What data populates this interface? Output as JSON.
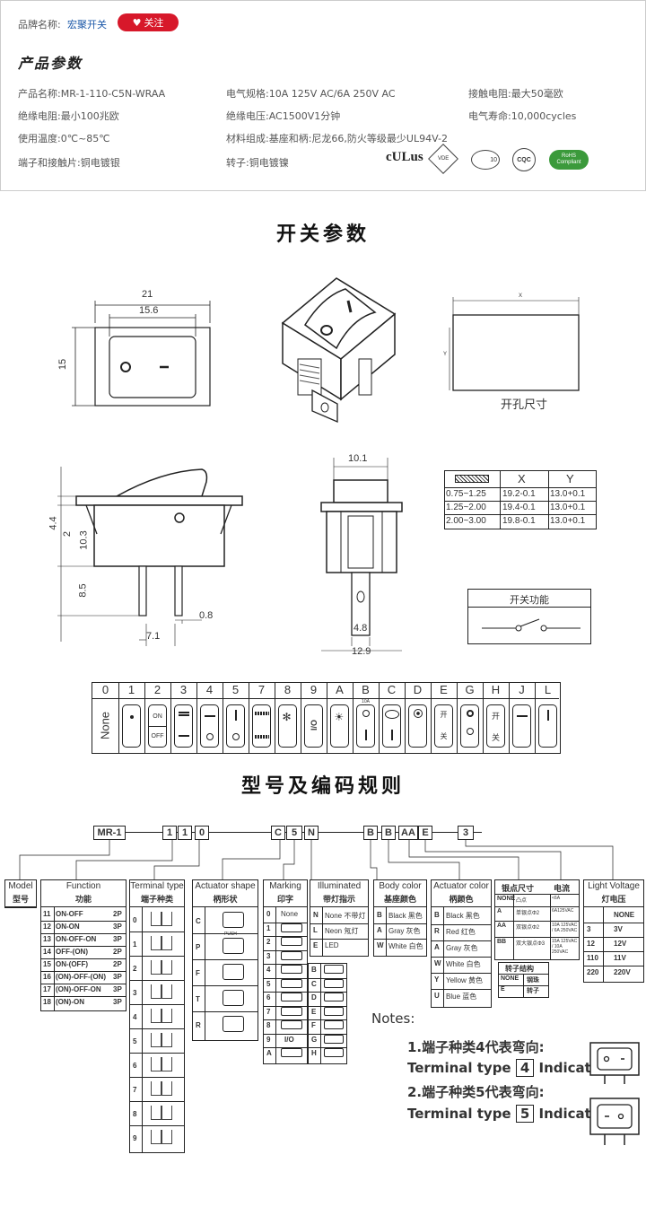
{
  "brand": {
    "label": "品牌名称:",
    "name": "宏聚开关",
    "follow": "关注"
  },
  "params": {
    "title": "产品参数",
    "items": [
      {
        "label": "产品名称:",
        "value": "MR-1-110-C5N-WRAA"
      },
      {
        "label": "电气规格:",
        "value": "10A 125V AC/6A 250V AC"
      },
      {
        "label": "接触电阻:",
        "value": "最大50毫欧"
      },
      {
        "label": "绝缘电阻:",
        "value": "最小100兆欧"
      },
      {
        "label": "绝缘电压:",
        "value": "AC1500V1分钟"
      },
      {
        "label": "电气寿命:",
        "value": "10,000cycles"
      },
      {
        "label": "使用温度:",
        "value": "0℃~85℃"
      },
      {
        "label": "材料组成:",
        "value": "基座和柄:尼龙66,防火等级最少UL94V-2"
      },
      {
        "label": "端子和接触片:",
        "value": "铜电镀银"
      },
      {
        "label": "转子:",
        "value": "铜电镀镍"
      }
    ],
    "certs": [
      "cULus",
      "VDE",
      "10",
      "CQC",
      "RoHS Compliant"
    ]
  },
  "switch_section": {
    "title": "开关参数",
    "dim_top": {
      "w1": "21",
      "w2": "15.6",
      "h": "15"
    },
    "cutout": {
      "label": "开孔尺寸",
      "x": "X",
      "y": "Y"
    },
    "dim_side": {
      "d1": "4.4",
      "d2": "2",
      "d3": "10.3",
      "d4": "8.5",
      "d5": "0.8",
      "d6": "7.1"
    },
    "dim_front": {
      "w1": "10.1",
      "w2": "4.8",
      "w3": "12.9"
    },
    "cut_table": {
      "headers": [
        "X",
        "Y"
      ],
      "rows": [
        [
          "0.75~1.25",
          "19.2-0.1",
          "13.0+0.1"
        ],
        [
          "1.25~2.00",
          "19.4-0.1",
          "13.0+0.1"
        ],
        [
          "2.00~3.00",
          "19.8-0.1",
          "13.0+0.1"
        ]
      ]
    },
    "function_label": "开关功能",
    "marking_codes": [
      "0",
      "1",
      "2",
      "3",
      "4",
      "5",
      "7",
      "8",
      "9",
      "A",
      "B",
      "C",
      "D",
      "E",
      "G",
      "H",
      "J",
      "L"
    ],
    "marking_none": "None",
    "marking_onoff": [
      "ON",
      "OFF"
    ],
    "marking_io": "I/O",
    "marking_kai": "开",
    "marking_guan": "关",
    "marking_10a": "10A"
  },
  "model_section": {
    "title": "型号及编码规则",
    "code": {
      "prefix": "MR-1",
      "function_digits": [
        "1",
        "1",
        "0"
      ],
      "shape_marking": [
        "C",
        "5",
        "N"
      ],
      "color_digits": [
        "B",
        "B",
        "AA",
        "E"
      ],
      "voltage_digit": "3"
    },
    "model": {
      "title_en": "Model",
      "title_cn": "型号"
    },
    "function": {
      "title_en": "Function",
      "title_cn": "功能",
      "rows": [
        [
          "11",
          "ON-OFF",
          "2P"
        ],
        [
          "12",
          "ON-ON",
          "3P"
        ],
        [
          "13",
          "ON-OFF-ON",
          "3P"
        ],
        [
          "14",
          "OFF-(ON)",
          "2P"
        ],
        [
          "15",
          "ON-(OFF)",
          "2P"
        ],
        [
          "16",
          "(ON)-OFF-(ON)",
          "3P"
        ],
        [
          "17",
          "(ON)-OFF-ON",
          "3P"
        ],
        [
          "18",
          "(ON)-ON",
          "3P"
        ]
      ]
    },
    "terminal": {
      "title_en": "Terminal type",
      "title_cn": "端子种类",
      "rows": [
        "0",
        "1",
        "2",
        "3",
        "4",
        "5",
        "6",
        "7",
        "8",
        "9"
      ]
    },
    "actuator_shape": {
      "title_en": "Actuator shape",
      "title_cn": "柄形状",
      "rows": [
        "C",
        "P",
        "F",
        "T",
        "R"
      ],
      "push": "PUSH"
    },
    "marking": {
      "title_en": "Marking",
      "title_cn": "印字",
      "left": [
        "0",
        "1",
        "2",
        "3",
        "4",
        "5",
        "6",
        "7",
        "8",
        "9",
        "A"
      ],
      "right": [
        "B",
        "C",
        "D",
        "E",
        "F",
        "G",
        "H"
      ],
      "none": "None",
      "io": "I/O"
    },
    "illuminated": {
      "title_en": "Illuminated",
      "title_cn": "带灯指示",
      "rows": [
        [
          "N",
          "None 不带灯"
        ],
        [
          "L",
          "Neon 氖灯"
        ],
        [
          "E",
          "LED"
        ]
      ]
    },
    "body_color": {
      "title_en": "Body color",
      "title_cn": "基座颜色",
      "rows": [
        [
          "B",
          "Black 黑色"
        ],
        [
          "A",
          "Gray 灰色"
        ],
        [
          "W",
          "White 白色"
        ]
      ]
    },
    "actuator_color": {
      "title_en": "Actuator color",
      "title_cn": "柄颜色",
      "rows": [
        [
          "B",
          "Black 黑色"
        ],
        [
          "R",
          "Red 红色"
        ],
        [
          "A",
          "Gray 灰色"
        ],
        [
          "W",
          "White 白色"
        ],
        [
          "Y",
          "Yellow 黄色"
        ],
        [
          "U",
          "Blue 蓝色"
        ]
      ]
    },
    "contact": {
      "title1": "银点尺寸",
      "title2": "电流",
      "rows": [
        [
          "NONE",
          "凸点",
          "<6A"
        ],
        [
          "A",
          "单银点Φ2",
          "6A125VAC"
        ],
        [
          "AA",
          "双银点Φ2",
          "10A 125VAC / 6A 250VAC"
        ],
        [
          "BB",
          "双大银点Φ3",
          "15A 125VAC / 10A 250VAC"
        ]
      ]
    },
    "rotor": {
      "title": "转子结构",
      "rows": [
        [
          "NONE",
          "钢珠"
        ],
        [
          "E",
          "转子"
        ]
      ]
    },
    "voltage": {
      "title_en": "Light Voltage",
      "title_cn": "灯电压",
      "rows": [
        [
          "",
          "NONE"
        ],
        [
          "3",
          "3V"
        ],
        [
          "12",
          "12V"
        ],
        [
          "110",
          "11V"
        ],
        [
          "220",
          "220V"
        ]
      ]
    }
  },
  "notes": {
    "title": "Notes:",
    "n1_cn": "1.端子种类4代表弯向:",
    "n1_en_a": "Terminal type",
    "n1_num": "4",
    "n1_en_b": "Indicate:",
    "n2_cn": "2.端子种类5代表弯向:",
    "n2_en_a": "Terminal type",
    "n2_num": "5",
    "n2_en_b": "Indicate:"
  },
  "colors": {
    "accent": "#d7182a",
    "border": "#cccccc",
    "link": "#1a57a8"
  }
}
